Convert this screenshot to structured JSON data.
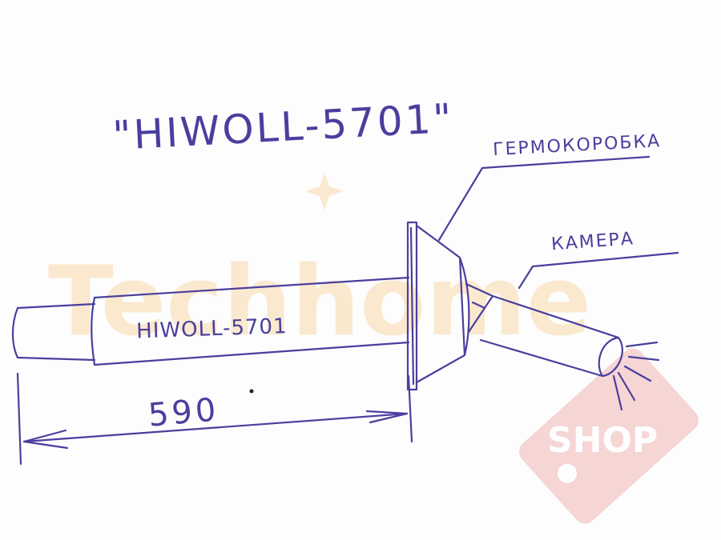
{
  "title": "\"HIWOLL-5701\"",
  "labels": {
    "housing": "ГЕРМОКОРОБКА",
    "camera": "КАМЕРА",
    "tube_marking": "HIWOLL-5701",
    "dimension": "590"
  },
  "watermark": {
    "brand": "Techhome",
    "tag": "SHOP"
  },
  "colors": {
    "ink": "#4a3f9e",
    "watermark_orange": "#f3c37a",
    "watermark_red": "#e98a8a"
  }
}
